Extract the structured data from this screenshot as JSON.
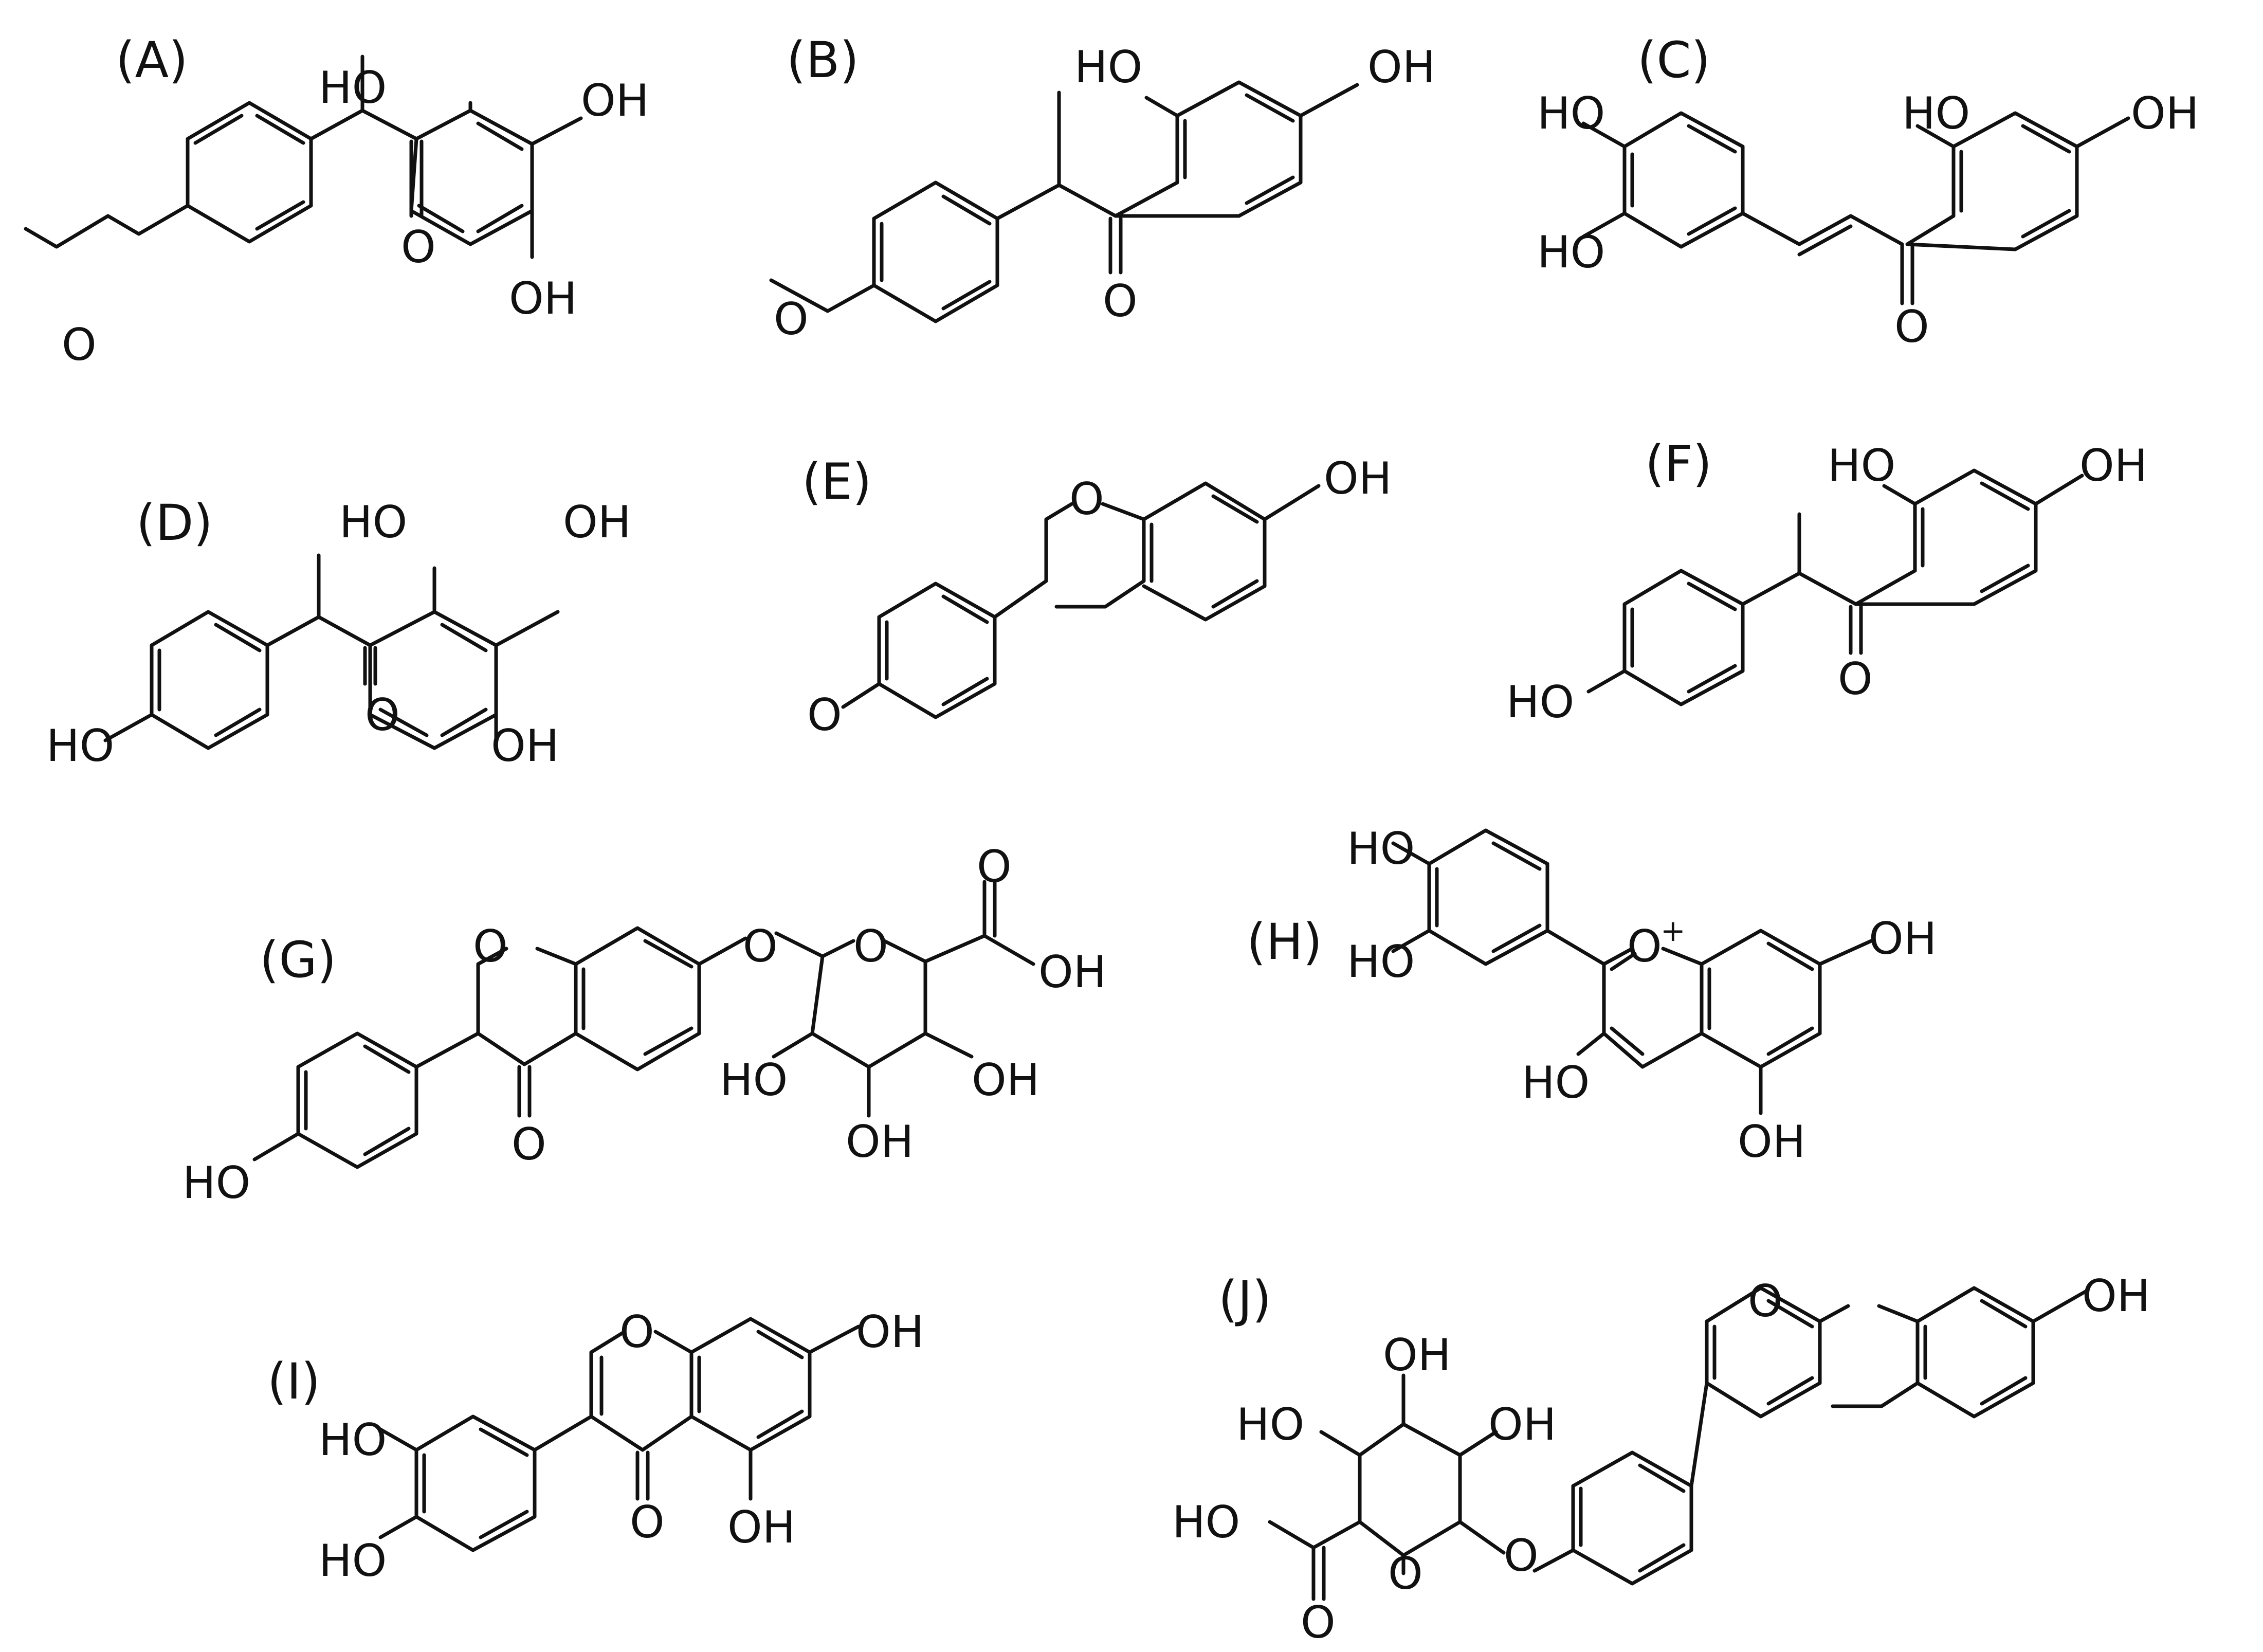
{
  "panels": [
    {
      "id": "A",
      "label": "(A)",
      "groups": {
        "oh1": "HO",
        "oh2": "OH",
        "oh3": "OH",
        "carbonyl": "O",
        "methoxy": "O"
      }
    },
    {
      "id": "B",
      "label": "(B)",
      "groups": {
        "oh1": "HO",
        "oh2": "OH",
        "carbonyl": "O",
        "methoxy": "O"
      }
    },
    {
      "id": "C",
      "label": "(C)",
      "groups": {
        "oh1": "HO",
        "oh2": "HO",
        "oh3": "HO",
        "oh4": "OH",
        "carbonyl": "O"
      }
    },
    {
      "id": "D",
      "label": "(D)",
      "groups": {
        "oh1": "HO",
        "oh2": "OH",
        "oh3": "OH",
        "oh4": "HO",
        "carbonyl": "O"
      }
    },
    {
      "id": "E",
      "label": "(E)",
      "groups": {
        "ring_o": "O",
        "oh1": "OH",
        "methoxy": "O"
      }
    },
    {
      "id": "F",
      "label": "(F)",
      "groups": {
        "oh1": "HO",
        "oh2": "OH",
        "oh3": "HO",
        "carbonyl": "O"
      }
    },
    {
      "id": "G",
      "label": "(G)",
      "groups": {
        "ring_o": "O",
        "link_o": "O",
        "sugar_o": "O",
        "acid_o": "O",
        "acid_oh": "OH",
        "oh1": "HO",
        "oh2": "OH",
        "oh3": "OH",
        "oh4": "HO",
        "keto": "O"
      }
    },
    {
      "id": "H",
      "label": "(H)",
      "groups": {
        "oxonium": "O",
        "charge": "+",
        "oh1": "HO",
        "oh2": "HO",
        "oh3": "OH",
        "oh4": "HO",
        "oh5": "OH"
      }
    },
    {
      "id": "I",
      "label": "(I)",
      "groups": {
        "ring_o": "O",
        "oh1": "OH",
        "oh2": "HO",
        "oh3": "HO",
        "keto": "O",
        "oh4": "OH"
      }
    },
    {
      "id": "J",
      "label": "(J)",
      "groups": {
        "ring_o": "O",
        "oh1": "OH",
        "oh2": "OH",
        "oh3": "HO",
        "oh4": "OH",
        "acid_oh": "HO",
        "acid_o": "O",
        "sugar_o": "O",
        "link_o": "O"
      }
    }
  ]
}
